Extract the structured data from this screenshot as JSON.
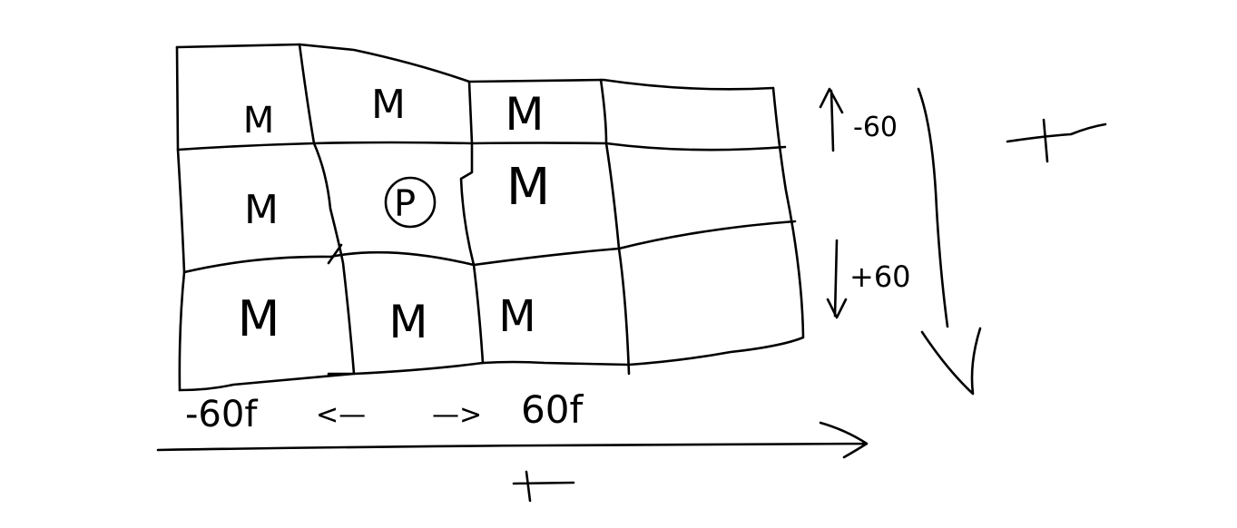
{
  "grid": {
    "cells": [
      [
        "M",
        "M",
        "M",
        ""
      ],
      [
        "M",
        "P",
        "M",
        ""
      ],
      [
        "M",
        "M",
        "M",
        ""
      ]
    ]
  },
  "labels": {
    "y_up": "-60",
    "y_down": "+60",
    "x_left": "-60f",
    "x_right": "60f",
    "x_arrow_left": "<—",
    "x_arrow_right": "—>",
    "plus_right": "+",
    "plus_bottom": "+"
  }
}
